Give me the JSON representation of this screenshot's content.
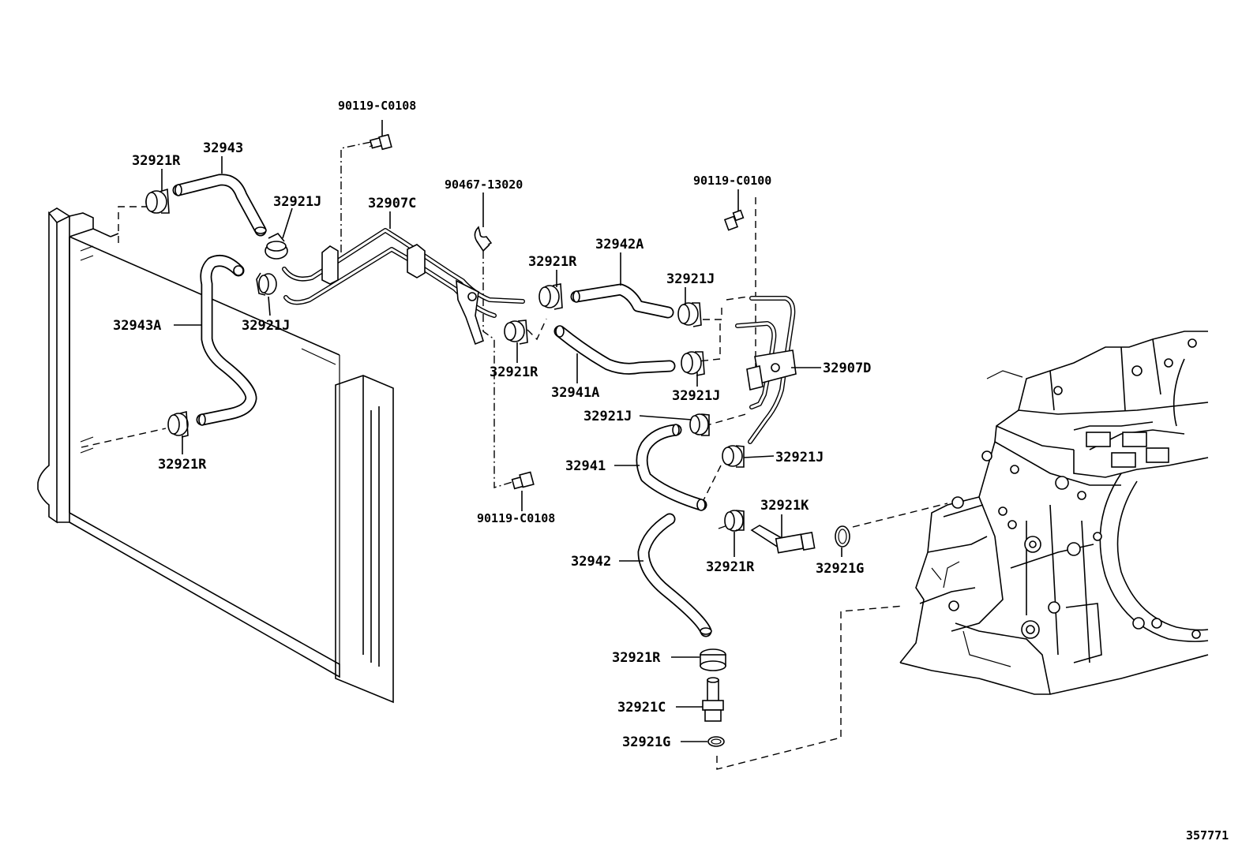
{
  "diagram_id": "357771",
  "labels": {
    "bolt_top": "90119-C0108",
    "hose_32943": "32943",
    "clamp_r_top": "32921R",
    "clamp_j_a": "32921J",
    "pipe_c": "32907C",
    "clip_90467": "90467-13020",
    "bolt_90119_c0100": "90119-C0100",
    "hose_32942a": "32942A",
    "clamp_r_mid": "32921R",
    "clamp_j_b": "32921J",
    "hose_32943a": "32943A",
    "clamp_j_c": "32921J",
    "clamp_r_low": "32921R",
    "hose_32941a": "32941A",
    "clamp_j_d": "32921J",
    "pipe_d": "32907D",
    "clamp_j_e": "32921J",
    "clamp_j_f": "32921J",
    "clamp_r_left": "32921R",
    "hose_32941": "32941",
    "bolt_bottom": "90119-C0108",
    "union_k": "32921K",
    "clamp_r_k": "32921R",
    "gasket_g_right": "32921G",
    "hose_32942": "32942",
    "clamp_r_bottom": "32921R",
    "union_c": "32921C",
    "gasket_g_bottom": "32921G"
  }
}
